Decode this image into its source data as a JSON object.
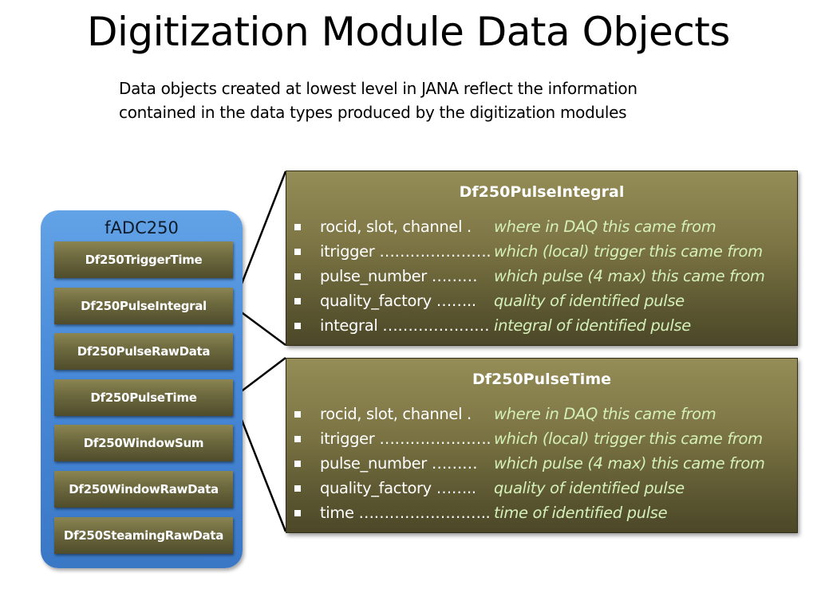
{
  "title": "Digitization Module Data Objects",
  "subtitle": {
    "line1": "Data objects created at lowest level in JANA reflect the information",
    "line2": "contained in the data types produced by the digitization modules"
  },
  "module": {
    "name": "fADC250",
    "items": [
      "Df250TriggerTime",
      "Df250PulseIntegral",
      "Df250PulseRawData",
      "Df250PulseTime",
      "Df250WindowSum",
      "Df250WindowRawData",
      "Df250SteamingRawData"
    ]
  },
  "panels": [
    {
      "title": "Df250PulseIntegral",
      "fields": [
        {
          "name": "rocid, slot, channel .",
          "desc": "where in DAQ this came from"
        },
        {
          "name": "itrigger ………………….",
          "desc": "which (local) trigger this came from"
        },
        {
          "name": "pulse_number ………",
          "desc": "which pulse (4 max) this came from"
        },
        {
          "name": "quality_factory ……..",
          "desc": "quality of identified pulse"
        },
        {
          "name": "integral …………………",
          "desc": "integral of identified pulse"
        }
      ]
    },
    {
      "title": "Df250PulseTime",
      "fields": [
        {
          "name": "rocid, slot, channel .",
          "desc": "where in DAQ this came from"
        },
        {
          "name": "itrigger ………………….",
          "desc": "which (local) trigger this came from"
        },
        {
          "name": "pulse_number ………",
          "desc": "which pulse (4 max) this came from"
        },
        {
          "name": "quality_factory ……..",
          "desc": "quality of identified pulse"
        },
        {
          "name": "time ……………………..",
          "desc": "time of identified pulse"
        }
      ]
    }
  ],
  "colors": {
    "module_blue": "#4a8ad8",
    "item_olive": "#6c683e",
    "panel_olive": "#7e7645",
    "description_green": "#d4f0b8"
  }
}
